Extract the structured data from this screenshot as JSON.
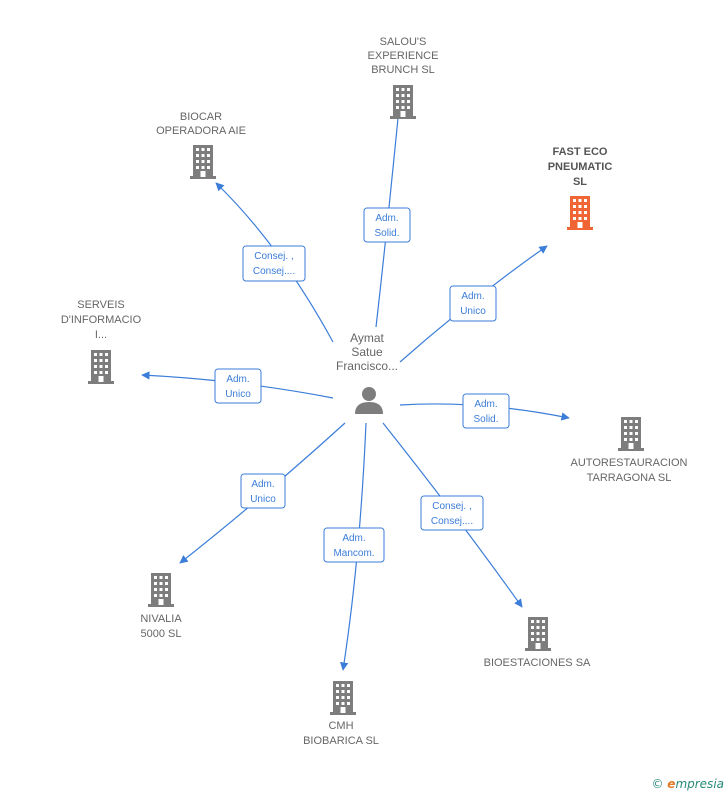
{
  "colors": {
    "building": "#7d7d7d",
    "highlight": "#f06534",
    "edge": "#3b7dd8",
    "text": "#666666"
  },
  "center": {
    "label_lines": [
      "Aymat",
      "Satue",
      "Francisco..."
    ],
    "icon": "person-icon"
  },
  "nodes": [
    {
      "id": "salous",
      "label_lines": [
        "SALOU'S",
        "EXPERIENCE",
        "BRUNCH  SL"
      ],
      "highlight": false,
      "icon": "building-icon"
    },
    {
      "id": "biocar",
      "label_lines": [
        "BIOCAR",
        "OPERADORA AIE"
      ],
      "highlight": false,
      "icon": "building-icon"
    },
    {
      "id": "fasteco",
      "label_lines": [
        "FAST ECO",
        "PNEUMATIC",
        "SL"
      ],
      "highlight": true,
      "icon": "building-icon"
    },
    {
      "id": "serveis",
      "label_lines": [
        "SERVEIS",
        "D'INFORMACIO",
        "I..."
      ],
      "highlight": false,
      "icon": "building-icon"
    },
    {
      "id": "autorest",
      "label_lines": [
        "AUTORESTAURACION",
        "TARRAGONA SL"
      ],
      "highlight": false,
      "icon": "building-icon"
    },
    {
      "id": "nivalia",
      "label_lines": [
        "NIVALIA",
        "5000  SL"
      ],
      "highlight": false,
      "icon": "building-icon"
    },
    {
      "id": "bioest",
      "label_lines": [
        "BIOESTACIONES SA"
      ],
      "highlight": false,
      "icon": "building-icon"
    },
    {
      "id": "cmh",
      "label_lines": [
        "CMH",
        "BIOBARICA  SL"
      ],
      "highlight": false,
      "icon": "building-icon"
    }
  ],
  "relations": [
    {
      "to": "salous",
      "label_lines": [
        "Adm.",
        "Solid."
      ]
    },
    {
      "to": "biocar",
      "label_lines": [
        "Consej. ,",
        "Consej...."
      ]
    },
    {
      "to": "fasteco",
      "label_lines": [
        "Adm.",
        "Unico"
      ]
    },
    {
      "to": "serveis",
      "label_lines": [
        "Adm.",
        "Unico"
      ]
    },
    {
      "to": "autorest",
      "label_lines": [
        "Adm.",
        "Solid."
      ]
    },
    {
      "to": "nivalia",
      "label_lines": [
        "Adm.",
        "Unico"
      ]
    },
    {
      "to": "bioest",
      "label_lines": [
        "Consej. ,",
        "Consej...."
      ]
    },
    {
      "to": "cmh",
      "label_lines": [
        "Adm.",
        "Mancom."
      ]
    }
  ],
  "footer": {
    "copyright": "©",
    "brand_initial": "e",
    "brand_rest": "mpresia"
  }
}
